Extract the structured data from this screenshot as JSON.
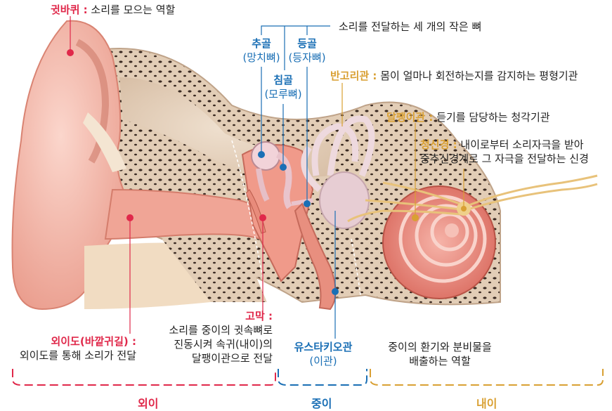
{
  "colors": {
    "outer_ear": "#e0284a",
    "middle_ear": "#1a6fb5",
    "inner_ear": "#d9a033",
    "skin": "#f2b6a8",
    "bone": "#e6d2bd"
  },
  "labels": {
    "auricle": {
      "name": "귓바퀴 :",
      "desc": "소리를 모으는 역할"
    },
    "ossicles_note": "소리를 전달하는 세 개의 작은 뼈",
    "malleus": {
      "name": "추골",
      "alt": "(망치뼈)"
    },
    "stapes": {
      "name": "등골",
      "alt": "(등자뼈)"
    },
    "incus": {
      "name": "침골",
      "alt": "(모루뼈)"
    },
    "semicircular": {
      "name": "반고리관 :",
      "desc": "몸이 얼마나 회전하는지를 감지하는 평형기관"
    },
    "cochlea": {
      "name": "달팽이관 :",
      "desc": "듣기를 담당하는 청각기관"
    },
    "auditory_nerve": {
      "name": "청신경 :",
      "desc1": "내이로부터 소리자극을 받아",
      "desc2": "중추신경계로 그 자극을 전달하는 신경"
    },
    "eardrum": {
      "name": "고막 :",
      "desc1": "소리를 중이의 귓속뼈로",
      "desc2": "진동시켜 속귀(내이)의",
      "desc3": "달팽이관으로 전달"
    },
    "ear_canal": {
      "name": "외이도(바깥귀길) :",
      "desc": "외이도를 통해 소리가 전달"
    },
    "eustachian": {
      "name": "유스타키오관",
      "alt": "(이관)"
    },
    "middle_function": {
      "line1": "중이의 환기와 분비물을",
      "line2": "배출하는 역할"
    }
  },
  "sections": {
    "outer": "외이",
    "middle": "중이",
    "inner": "내이"
  }
}
